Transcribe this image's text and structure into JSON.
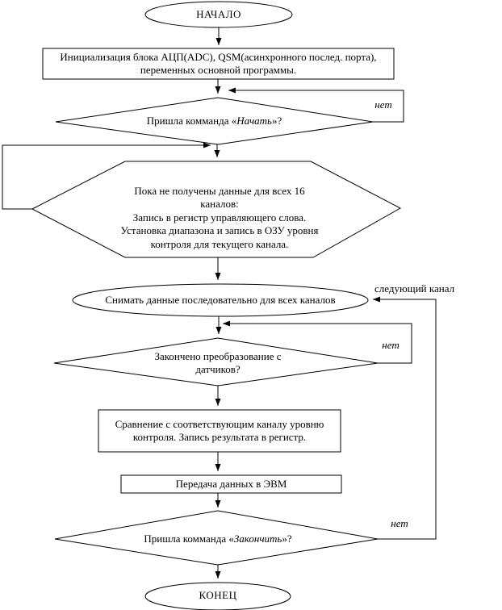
{
  "diagram": {
    "nodes": {
      "start": {
        "label": "НАЧАЛО"
      },
      "init": {
        "text": "Инициализация блока АЦП(ADC), QSM(асинхронного послед. порта),\nпеременных основной программы."
      },
      "check_start": {
        "prefix": "Пришла комманда «",
        "command": "Начать",
        "suffix": "»?"
      },
      "loop_prep": {
        "text": "Пока не получены данные для всех 16\nканалов:\nЗапись в регистр управляющего слова.\nУстановка диапазона и запись в ОЗУ уровня\nконтроля для текущего канала."
      },
      "acquire": {
        "text": "Снимать данные последовательно для всех каналов"
      },
      "check_conversion": {
        "text": "Закончено преобразование с\nдатчиков?"
      },
      "compare": {
        "text": "Сравнение с соответствующим каналу уровню\nконтроля. Запись результата в регистр."
      },
      "transmit": {
        "text": "Передача данных в ЭВМ"
      },
      "check_finish": {
        "prefix": "Пришла комманда «",
        "command": "Закончить",
        "suffix": "»?"
      },
      "end": {
        "label": "КОНЕЦ"
      }
    },
    "edge_labels": {
      "no_start": "нет",
      "no_conversion": "нет",
      "no_finish": "нет",
      "next_channel": "следующий канал"
    },
    "colors": {
      "stroke": "#000000",
      "background": "#ffffff"
    }
  }
}
